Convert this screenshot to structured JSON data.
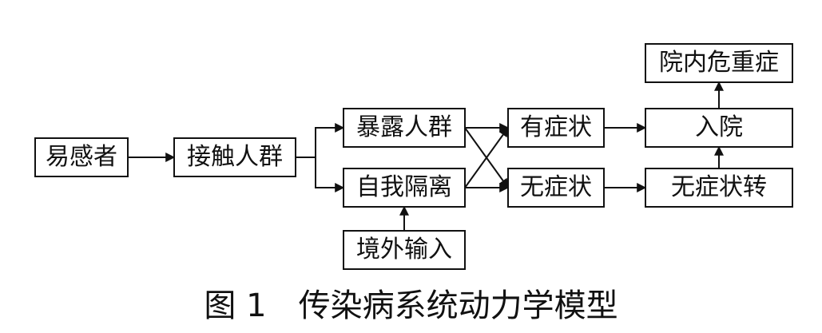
{
  "header_fragment": "",
  "diagram": {
    "nodes": [
      {
        "id": "susceptible",
        "label": "易感者"
      },
      {
        "id": "contact",
        "label": "接触人群"
      },
      {
        "id": "exposed",
        "label": "暴露人群"
      },
      {
        "id": "self_isolation",
        "label": "自我隔离"
      },
      {
        "id": "imported",
        "label": "境外输入"
      },
      {
        "id": "symptomatic",
        "label": "有症状"
      },
      {
        "id": "asymptomatic",
        "label": "无症状"
      },
      {
        "id": "hospitalized",
        "label": "入院"
      },
      {
        "id": "severe",
        "label": "院内危重症"
      },
      {
        "id": "asymptomatic_transfer",
        "label": "无症状转"
      }
    ],
    "edges": [
      {
        "from": "susceptible",
        "to": "contact"
      },
      {
        "from": "contact",
        "to": "exposed"
      },
      {
        "from": "contact",
        "to": "self_isolation"
      },
      {
        "from": "imported",
        "to": "self_isolation"
      },
      {
        "from": "exposed",
        "to": "symptomatic"
      },
      {
        "from": "exposed",
        "to": "asymptomatic"
      },
      {
        "from": "self_isolation",
        "to": "symptomatic"
      },
      {
        "from": "self_isolation",
        "to": "asymptomatic"
      },
      {
        "from": "symptomatic",
        "to": "hospitalized"
      },
      {
        "from": "asymptomatic",
        "to": "asymptomatic_transfer"
      },
      {
        "from": "asymptomatic_transfer",
        "to": "hospitalized"
      },
      {
        "from": "hospitalized",
        "to": "severe"
      }
    ]
  },
  "caption": "图 1　传染病系统动力学模型"
}
